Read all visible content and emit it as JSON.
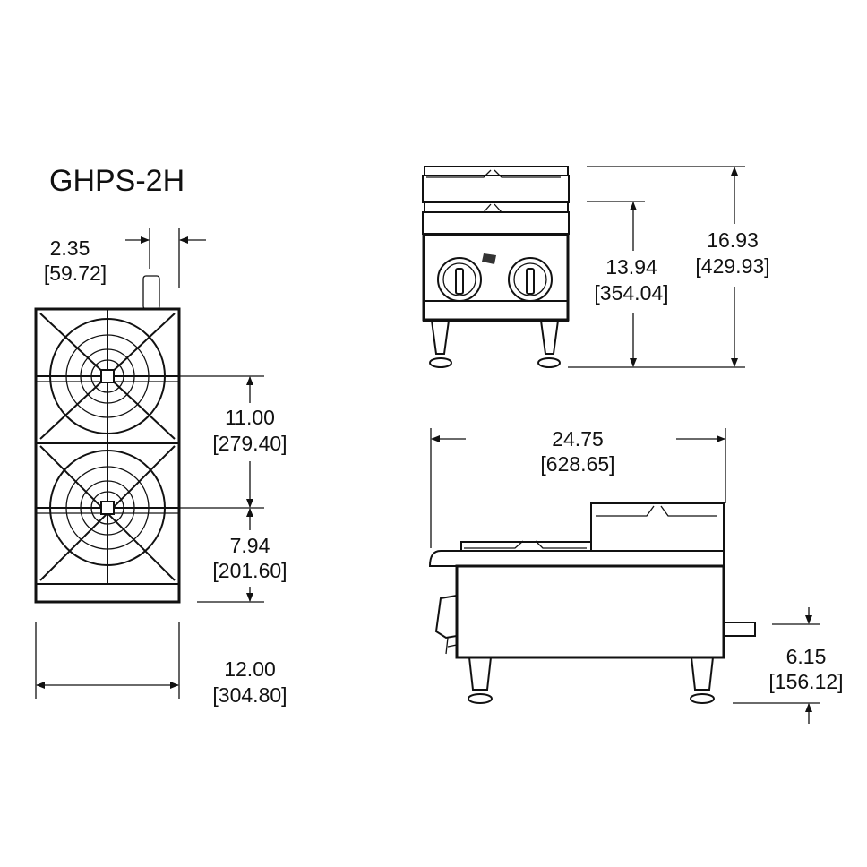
{
  "title": "GHPS-2H",
  "dimensions": {
    "pipe_offset": {
      "in": "2.35",
      "mm": "[59.72]"
    },
    "burner_spacing": {
      "in": "11.00",
      "mm": "[279.40]"
    },
    "burner_to_front": {
      "in": "7.94",
      "mm": "[201.60]"
    },
    "width": {
      "in": "12.00",
      "mm": "[304.80]"
    },
    "front_height": {
      "in": "13.94",
      "mm": "[354.04]"
    },
    "overall_height": {
      "in": "16.93",
      "mm": "[429.93]"
    },
    "depth": {
      "in": "24.75",
      "mm": "[628.65]"
    },
    "pipe_height": {
      "in": "6.15",
      "mm": "[156.12]"
    }
  },
  "colors": {
    "line": "#111111",
    "background": "#ffffff"
  }
}
